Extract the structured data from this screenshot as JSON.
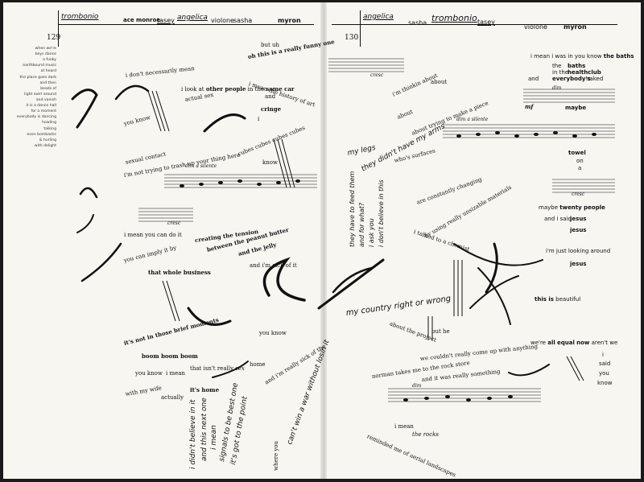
{
  "left_page": {
    "header": {
      "trombonio": "trombonio",
      "ace_monroe": "ace monroe",
      "tasey": "tasey",
      "angelica": "angelica",
      "violone": "violone",
      "sasha": "sasha",
      "myron": "myron"
    },
    "page_number": "129",
    "sidebar_lines": [
      "when we're",
      "boys dance",
      "a funky",
      "earthbound music",
      "at heard",
      "the place goes dark",
      "and then",
      "beads of",
      "light swirl around",
      "and vanish",
      "it is a dance hall",
      "for a moment",
      "everybody is dancing",
      "howling",
      "talking",
      "even bombastic",
      "& hurling",
      "with delight"
    ],
    "lines": {
      "but_uh": "but uh",
      "oh_funny": "oh this is a really funny one",
      "dont_mean": "i don't necessarily mean",
      "mean_history": "i mean the history of art",
      "look_at": "i look at",
      "other_people": "other people",
      "in_the": "in the",
      "same_car": "same car",
      "actual_sex": "actual sex",
      "and1": "and",
      "cringe": "cringe",
      "you_know1": "you know",
      "i": "i",
      "cubes": "cubes cubes cubes cubes",
      "sexual_contact": "sexual contact",
      "not_trying": "i'm not trying to trash up your thing here",
      "know": "know",
      "dim_silente": "dim a silente",
      "crescL": "cresc",
      "mean_can_do": "i mean you can do it",
      "creating_tension": "creating the tension",
      "imply": "you can imply it by",
      "between": "between the peanut butter",
      "and_jelly": "and the jelly",
      "whole_business": "that whole business",
      "sick_of_it1": "and i'm sick of it",
      "its_not": "it's not in those brief moments",
      "you_know2": "you know",
      "boom": "boom boom boom",
      "you_know3": "you know",
      "i_mean1": "i mean",
      "that_isnt": "that isn't really",
      "sex2": "sex",
      "home": "home",
      "with_my_wife": "with my wife",
      "actually": "actually",
      "its_home": "it's home",
      "and_sick2": "and i'm really sick of the",
      "hand_believe1": "i didn't believe in it",
      "hand_this_next": "and this next one",
      "hand_i_mean": "i mean",
      "hand_signals": "signals to be best one",
      "hand_its_got": "it's got to the point",
      "cant_win": "can't win a war without losin it",
      "where_you": "where you"
    }
  },
  "right_page": {
    "header": {
      "angelica": "angelica",
      "sasha": "sasha",
      "trombonio": "trombonio",
      "tasey": "tasey",
      "violone": "violone",
      "myron": "myron"
    },
    "page_number": "130",
    "lines": {
      "crescR1": "cresc",
      "thinkin": "i'm thinkin about",
      "about1": "about",
      "mean_was": "i mean i was in",
      "you_know_the": "you know",
      "the_baths": "the baths",
      "the1": "the",
      "baths2": "baths",
      "in_the": "in the",
      "healthclub": "healthclub",
      "and_every": "and",
      "everybodys": "everybody's",
      "naked": "naked",
      "dimR1": "dim",
      "mf": "mf",
      "maybe1": "maybe",
      "about2": "about",
      "make_piece": "about trying to make a piece",
      "dim_silenteR": "dim a silente",
      "my_legs": "my legs",
      "my_arms": "they didn't have my arms",
      "whos_surface": "who's surfaces",
      "constantly": "are constantly changing",
      "towel": "towel",
      "on": "on",
      "a": "a",
      "they_have": "they have to feed them",
      "and_for_what": "and for what?",
      "i_ask_you": "i ask you",
      "believe_this": "i don't believe in this",
      "unsizable": "by using really unsizable materials",
      "crescR2": "cresc",
      "maybe_twenty": "maybe",
      "twenty_people": "twenty people",
      "and_i_said": "and i said",
      "jesus1": "jesus",
      "jesus2": "jesus",
      "talked_chemist": "i talked to a chemist",
      "looking_around": "i'm just looking around",
      "jesus3": "jesus",
      "country": "my country right or wrong",
      "this_is": "this is",
      "beautiful": "beautiful",
      "about_project": "about the project",
      "but_he": "but he",
      "were": "we're",
      "all": "all",
      "equal": "equal",
      "now": "now",
      "arent_we": "aren't we",
      "i_r": "i",
      "said": "said",
      "you_r": "you",
      "know_r": "know",
      "come_up": "we couldn't really come up with anything",
      "norman": "norman takes me to the rock store",
      "something": "and it was really something",
      "dimR2": "dim",
      "i_mean_rocks": "i mean",
      "the_rocks": "the rocks",
      "reminded": "reminded me of aerial landscapes"
    }
  }
}
